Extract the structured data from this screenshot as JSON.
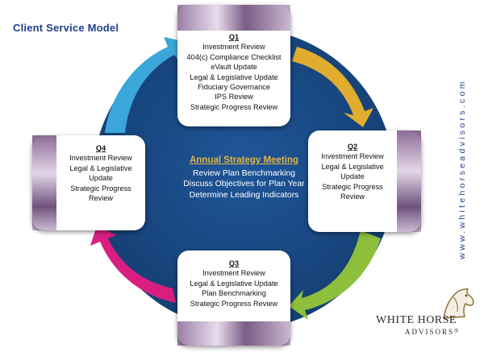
{
  "title": "Client Service Model",
  "center": {
    "heading": "Annual Strategy Meeting",
    "items": [
      "Review Plan Benchmarking",
      "Discuss Objectives for Plan Year",
      "Determine Leading Indicators"
    ]
  },
  "quarters": {
    "q1": {
      "heading": "Q1",
      "items": [
        "Investment Review",
        "404(c) Compliance Checklist",
        "eVault Update",
        "Legal & Legislative Update",
        "Fiduciary Governance",
        "IPS Review",
        "Strategic Progress Review"
      ]
    },
    "q2": {
      "heading": "Q2",
      "items": [
        "Investment Review",
        "Legal & Legislative",
        "Update",
        "Strategic Progress",
        "Review"
      ]
    },
    "q3": {
      "heading": "Q3",
      "items": [
        "Investment Review",
        "Legal & Legislative Update",
        "Plan Benchmarking",
        "Strategic Progress Review"
      ]
    },
    "q4": {
      "heading": "Q4",
      "items": [
        "Investment Review",
        "Legal & Legislative",
        "Update",
        "Strategic Progress",
        "Review"
      ]
    }
  },
  "website": "www.whitehorseadvisors.com",
  "logo": {
    "line1": "WHITE HORSE",
    "line2": "ADVISORS",
    "mark": "®"
  },
  "colors": {
    "circle": "#1a4b86",
    "arrow_q1_q2": "#e0ad2f",
    "arrow_q2_q3": "#8dbf3d",
    "arrow_q3_q4": "#d81f7f",
    "arrow_q4_q1": "#3aa6d9",
    "title": "#1f3f8a",
    "center_heading": "#e5b43c"
  },
  "icons": [
    "horse-head-logo-icon"
  ]
}
